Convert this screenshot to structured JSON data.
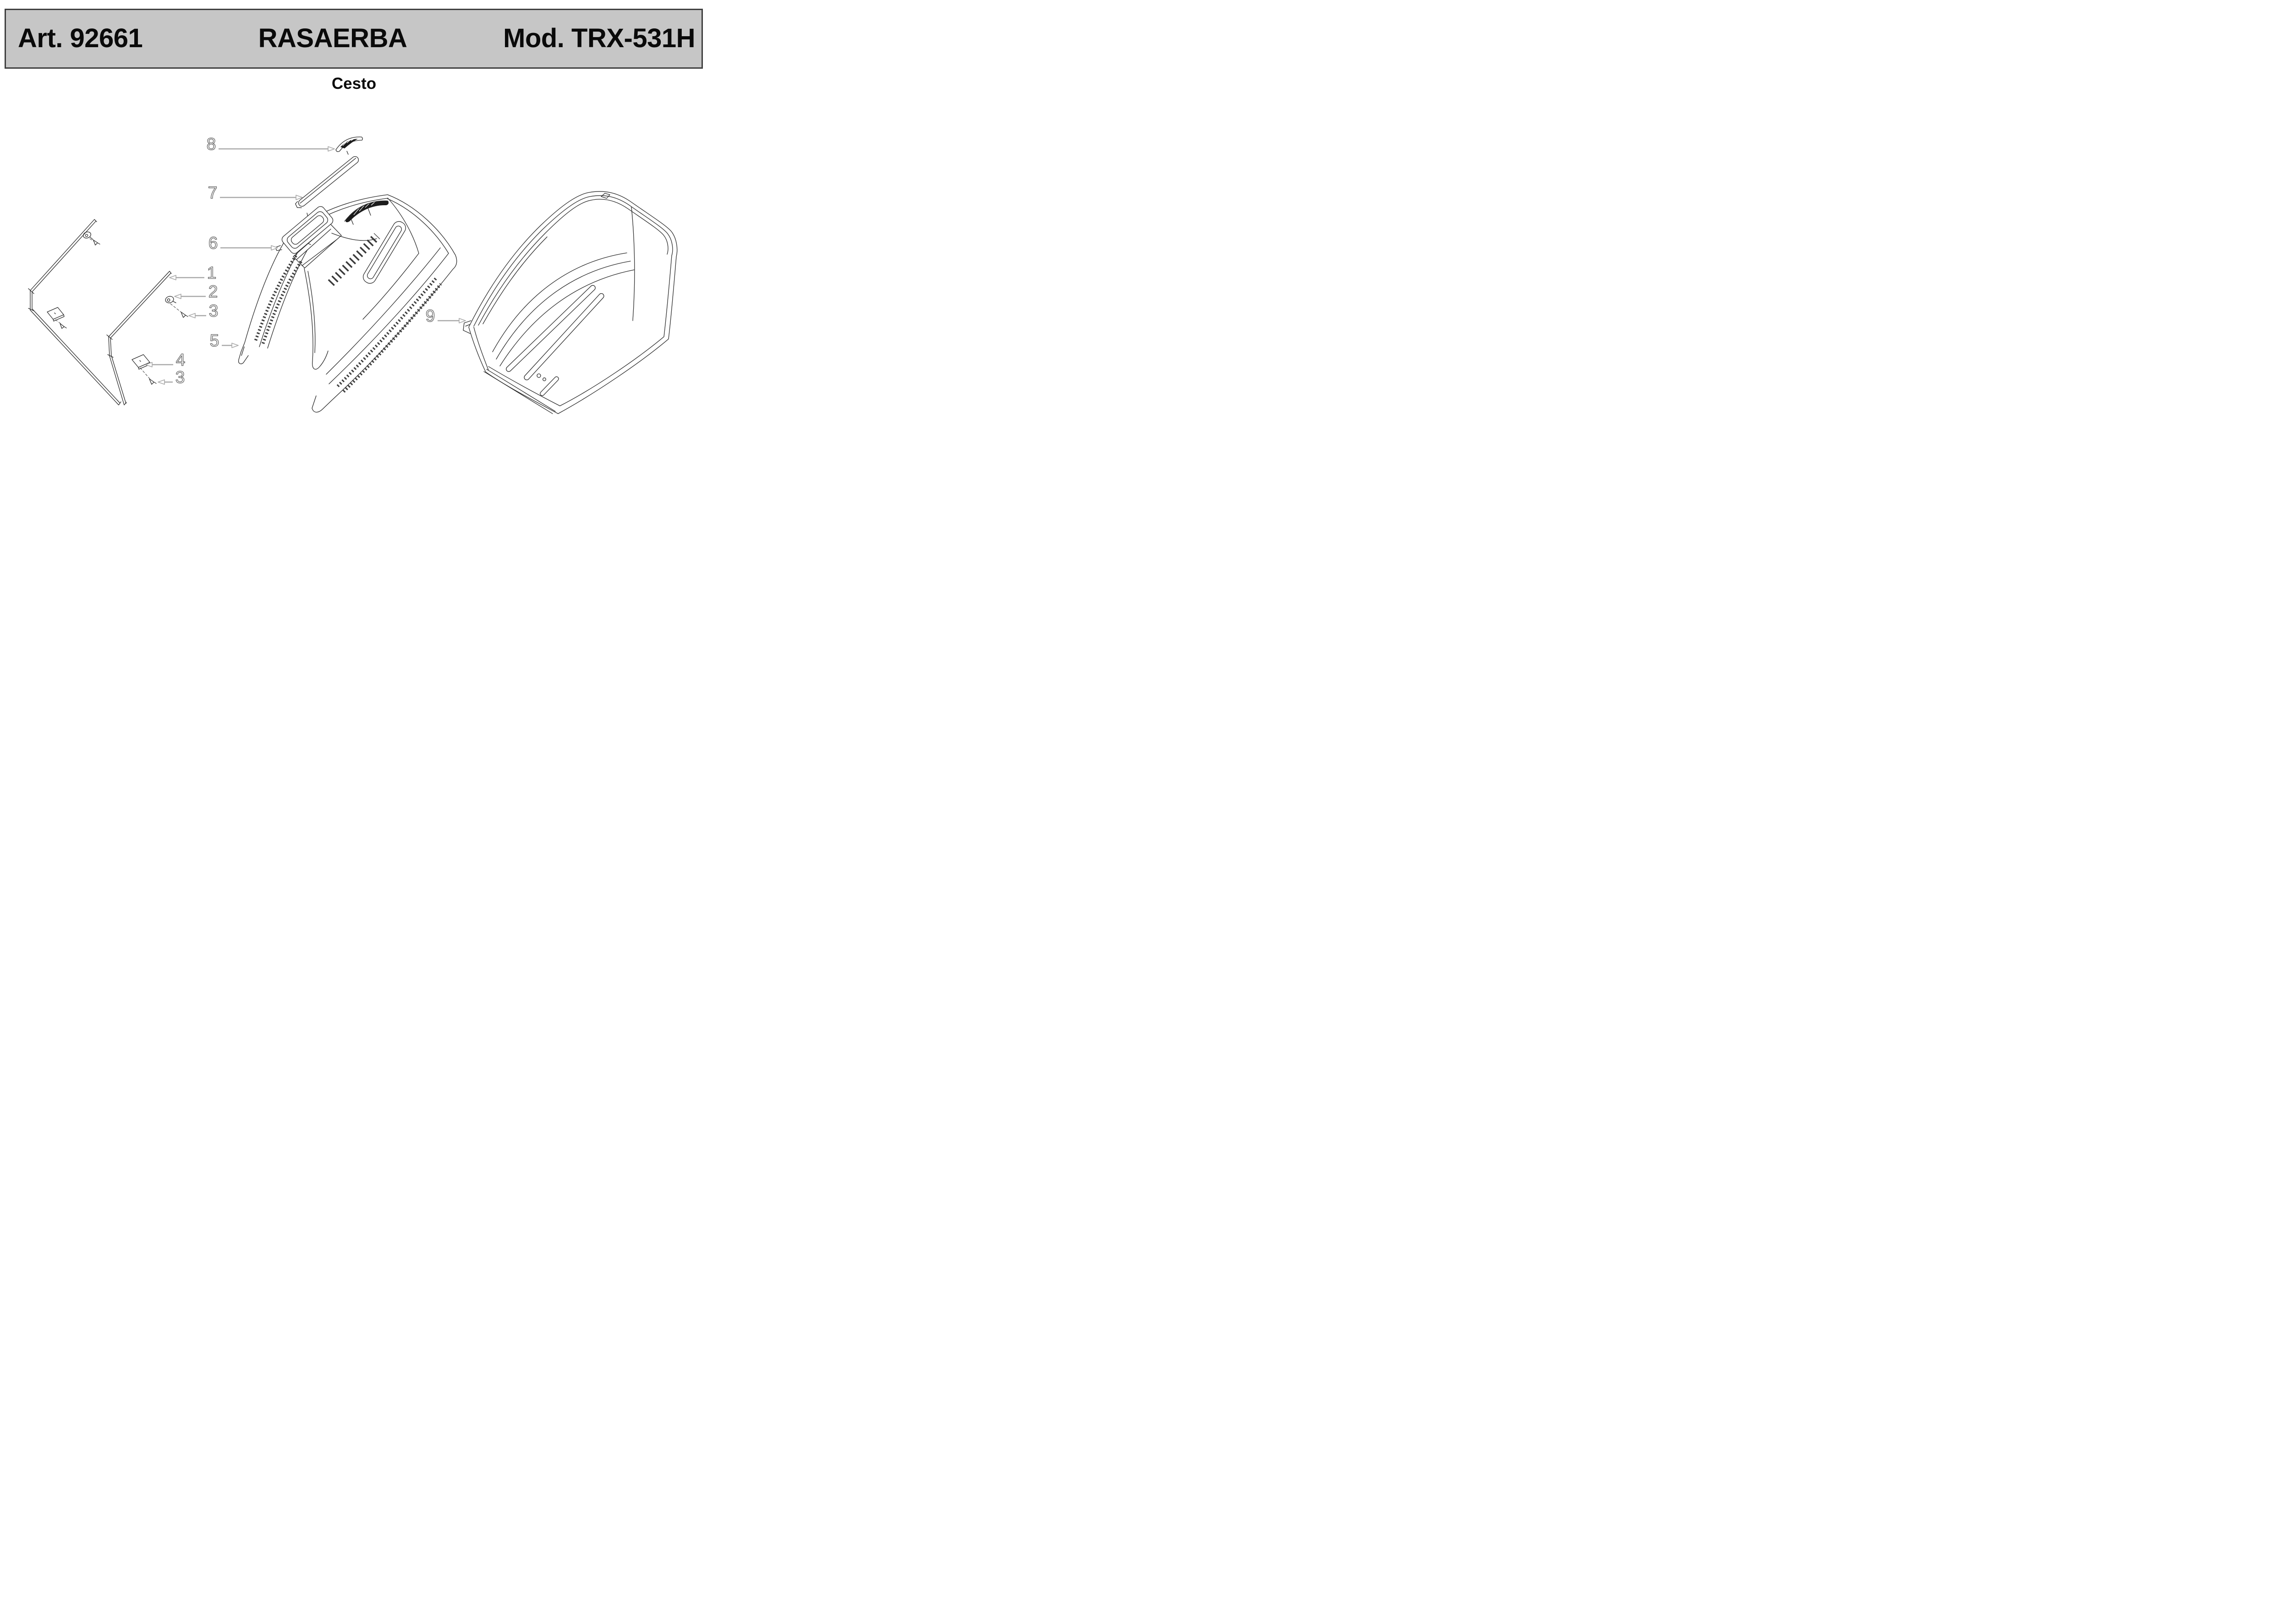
{
  "header": {
    "article": "Art. 92661",
    "title": "RASAERBA",
    "model": "Mod. TRX-531H"
  },
  "subtitle": "Cesto",
  "diagram": {
    "callouts": [
      {
        "label": "8"
      },
      {
        "label": "7"
      },
      {
        "label": "6"
      },
      {
        "label": "1"
      },
      {
        "label": "2"
      },
      {
        "label": "3"
      },
      {
        "label": "5"
      },
      {
        "label": "4"
      },
      {
        "label": "3"
      },
      {
        "label": "9"
      }
    ]
  },
  "colors": {
    "header-bg": "#c6c6c6",
    "header-border": "#3f3f3f",
    "drawing-line": "#2b2b2b",
    "callout-line": "#a9a9a9",
    "callout-digit": "#636363"
  }
}
